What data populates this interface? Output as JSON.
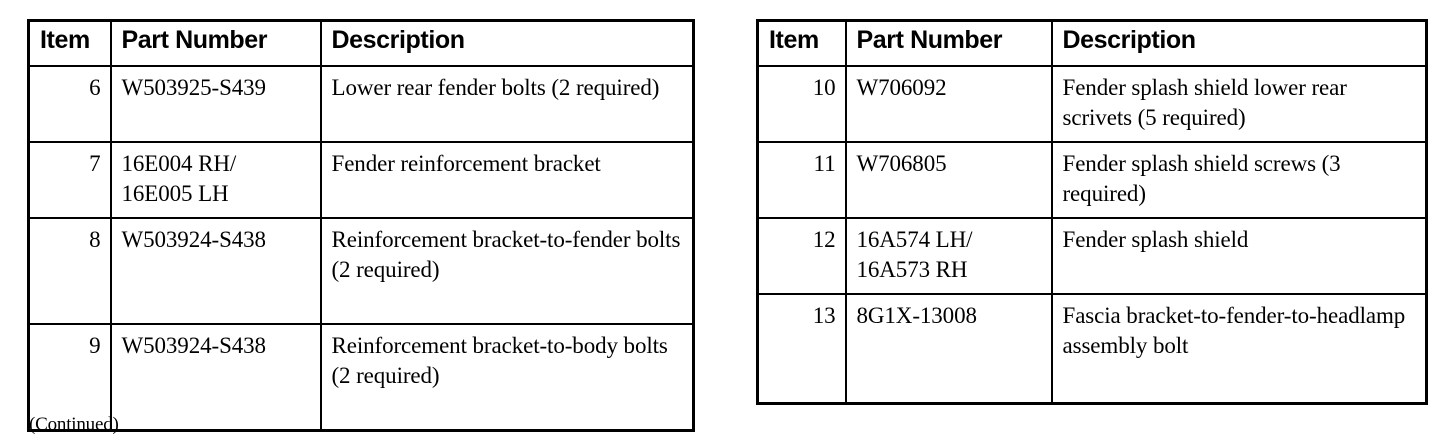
{
  "document": {
    "footnote": "(Continued)"
  },
  "tables": [
    {
      "id": "left",
      "columns": [
        "Item",
        "Part Number",
        "Description"
      ],
      "rows": [
        {
          "item": "6",
          "part_number": "W503925-S439",
          "description": "Lower rear fender bolts (2 required)"
        },
        {
          "item": "7",
          "part_number": "16E004 RH/ 16E005 LH",
          "part_number_lines": [
            "16E004 RH/",
            "16E005 LH"
          ],
          "description": "Fender reinforcement bracket"
        },
        {
          "item": "8",
          "part_number": "W503924-S438",
          "description": "Reinforcement bracket-to-fender bolts (2 required)"
        },
        {
          "item": "9",
          "part_number": "W503924-S438",
          "description": "Reinforcement bracket-to-body bolts (2 required)"
        }
      ]
    },
    {
      "id": "right",
      "columns": [
        "Item",
        "Part Number",
        "Description"
      ],
      "rows": [
        {
          "item": "10",
          "part_number": "W706092",
          "description": "Fender splash shield lower rear scrivets (5 required)"
        },
        {
          "item": "11",
          "part_number": "W706805",
          "description": "Fender splash shield screws (3 required)"
        },
        {
          "item": "12",
          "part_number": "16A574 LH/ 16A573 RH",
          "part_number_lines": [
            "16A574 LH/",
            "16A573 RH"
          ],
          "description": "Fender splash shield"
        },
        {
          "item": "13",
          "part_number": "8G1X-13008",
          "description": "Fascia bracket-to-fender-to-headlamp assembly bolt"
        }
      ]
    }
  ],
  "colors": {
    "background": "#ffffff",
    "text": "#000000",
    "border": "#000000"
  }
}
